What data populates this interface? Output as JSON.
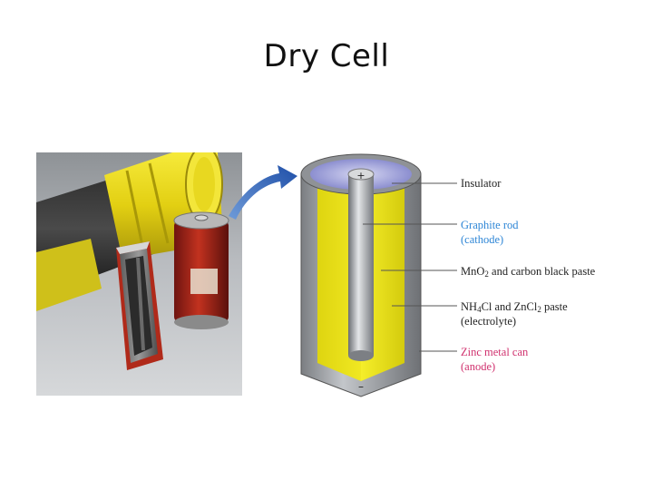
{
  "slide": {
    "title": "Dry Cell"
  },
  "colors": {
    "accent": "#2e86d6",
    "anode": "#d0316e",
    "paste": "#f2ea1f",
    "can": "#9ea1a5"
  },
  "icons": [
    "arrow-icon",
    "plus-terminal-icon",
    "minus-terminal-icon"
  ],
  "diagram": {
    "terminals": {
      "positive": "+",
      "negative": "–"
    },
    "labels": {
      "insulator": "Insulator",
      "graphite_rod": {
        "line1": "Graphite rod",
        "line2": "(cathode)"
      },
      "mno2_paste": {
        "prefix": "MnO",
        "sub": "2",
        "suffix": " and carbon black paste"
      },
      "electrolyte": {
        "a": "NH",
        "a_sub": "4",
        "b": "Cl and ZnCl",
        "b_sub": "2",
        "c": " paste",
        "line2": "(electrolyte)"
      },
      "zinc_can": {
        "line1": "Zinc metal can",
        "line2": "(anode)"
      }
    }
  }
}
